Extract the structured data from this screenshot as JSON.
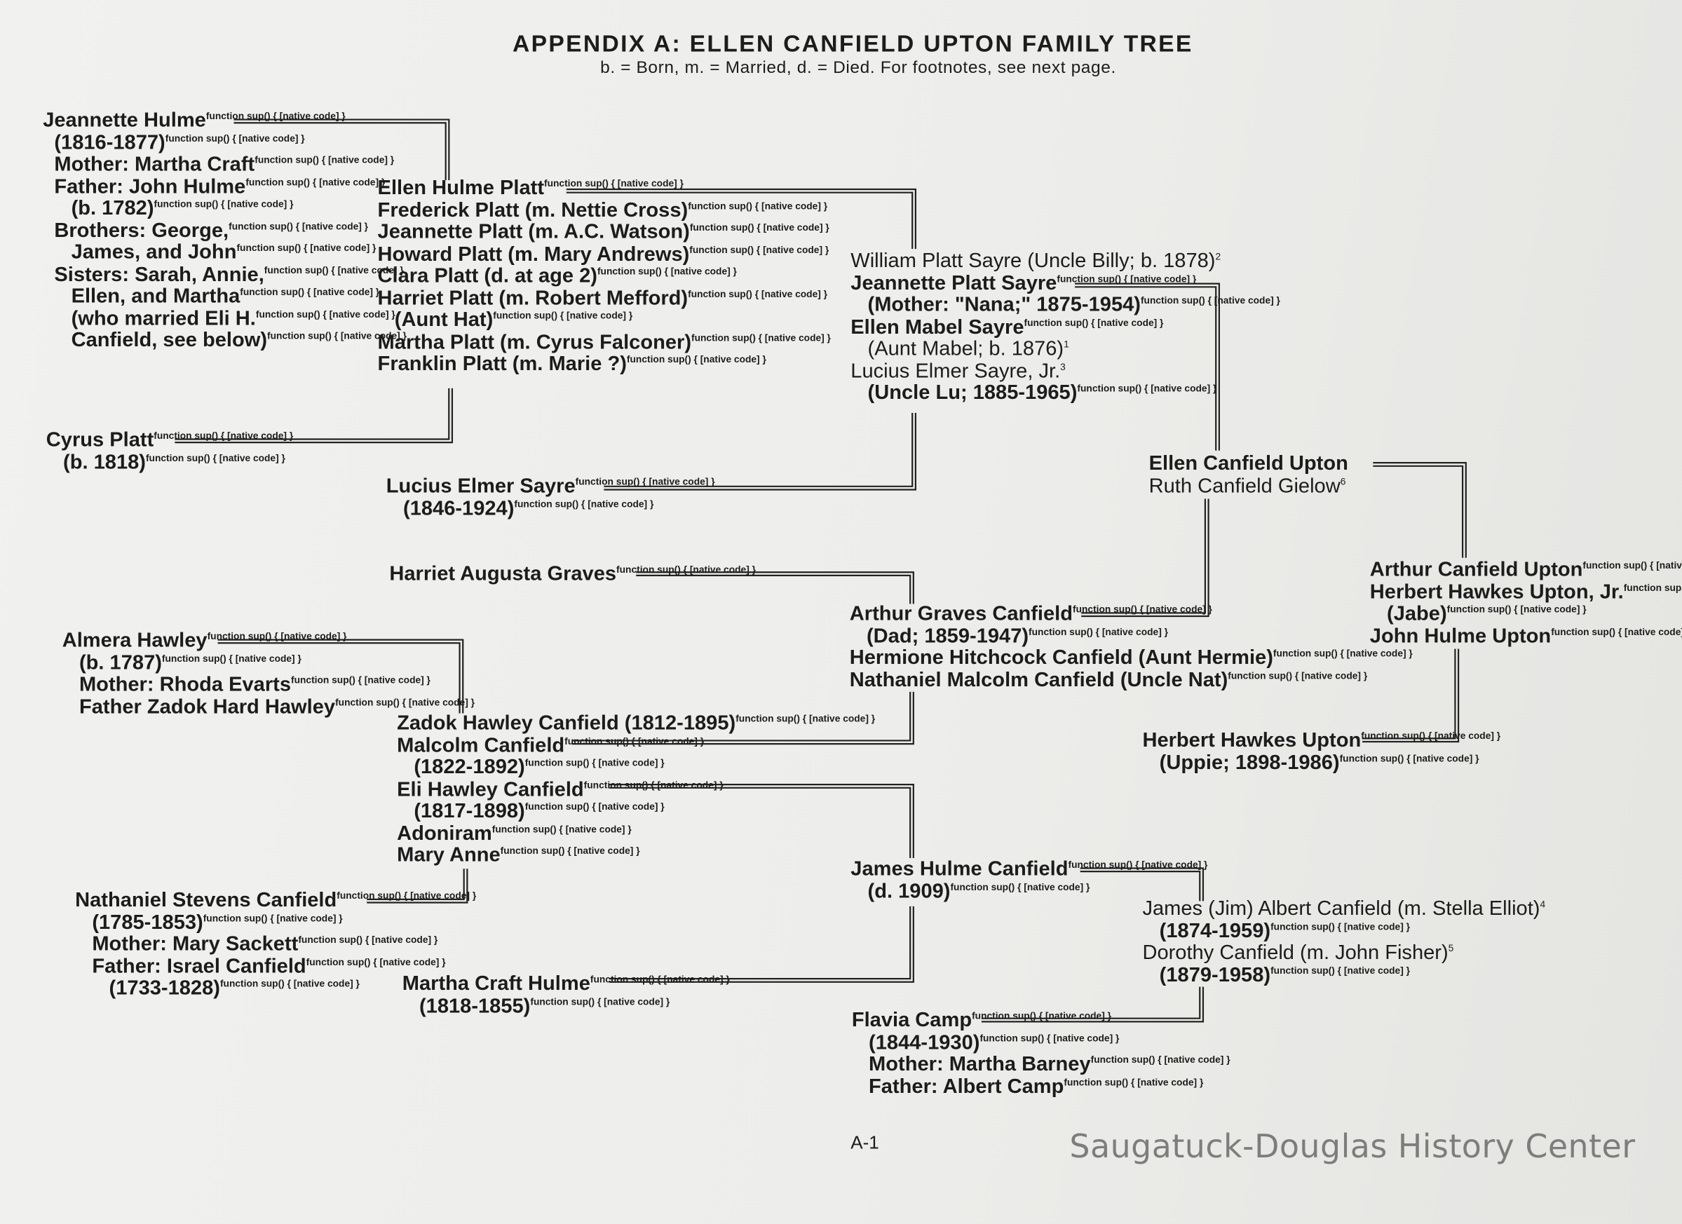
{
  "header": {
    "title": "APPENDIX A:  ELLEN CANFIELD UPTON FAMILY TREE",
    "subtitle": "b. = Born,  m. = Married,  d. = Died.  For footnotes, see next page."
  },
  "blocks": {
    "jeannette_hulme": [
      "Jeannette Hulme",
      "  (1816-1877)",
      "  Mother: Martha Craft",
      "  Father: John Hulme",
      "     (b. 1782)",
      "  Brothers: George,",
      "     James, and John",
      "  Sisters: Sarah, Annie,",
      "     Ellen, and Martha",
      "     (who married Eli H.",
      "     Canfield, see below)"
    ],
    "cyrus_platt": [
      "Cyrus Platt",
      "   (b. 1818)"
    ],
    "ellen_hulme_platt": [
      "Ellen Hulme Platt",
      "Frederick Platt (m. Nettie Cross)",
      "Jeannette Platt (m. A.C. Watson)",
      "Howard Platt (m. Mary Andrews)",
      "Clara Platt (d. at age 2)",
      "Harriet Platt (m. Robert Mefford)",
      "   (Aunt Hat)",
      "Martha Platt (m. Cyrus Falconer)",
      "Franklin Platt (m. Marie ?)"
    ],
    "lucius_elmer_sayre": [
      "Lucius Elmer Sayre",
      "   (1846-1924)"
    ],
    "william_platt_sayre": [
      {
        "text": "William Platt Sayre (Uncle Billy; b. 1878)",
        "sup": "2"
      },
      "Jeannette Platt Sayre",
      "   (Mother: \"Nana;\" 1875-1954)",
      "Ellen Mabel Sayre",
      {
        "text": "   (Aunt Mabel; b. 1876)",
        "sup": "1"
      },
      {
        "text": "Lucius Elmer Sayre, Jr.",
        "sup": "3"
      },
      "   (Uncle Lu; 1885-1965)"
    ],
    "ellen_canfield_upton": [
      {
        "text": "Ellen Canfield Upton",
        "bold": true
      },
      {
        "text": "Ruth Canfield Gielow",
        "sup": "6"
      }
    ],
    "harriet_augusta_graves": [
      "Harriet Augusta Graves"
    ],
    "arthur_graves_canfield": [
      "Arthur Graves Canfield",
      "   (Dad; 1859-1947)",
      "Hermione Hitchcock Canfield (Aunt Hermie)",
      "Nathaniel Malcolm Canfield (Uncle Nat)"
    ],
    "arthur_canfield_upton": [
      "Arthur Canfield Upton",
      "Herbert Hawkes Upton, Jr.",
      "   (Jabe)",
      "John Hulme Upton"
    ],
    "almera_hawley": [
      "Almera Hawley",
      "   (b. 1787)",
      "   Mother: Rhoda Evarts",
      "   Father Zadok Hard Hawley"
    ],
    "zadok_hawley_canfield": [
      "Zadok Hawley Canfield (1812-1895)",
      "Malcolm Canfield",
      "   (1822-1892)",
      "Eli Hawley Canfield",
      "   (1817-1898)",
      "Adoniram",
      "Mary Anne"
    ],
    "herbert_hawkes_upton": [
      "Herbert Hawkes Upton",
      "   (Uppie; 1898-1986)"
    ],
    "nathaniel_stevens_canfield": [
      "Nathaniel Stevens Canfield",
      "   (1785-1853)",
      "   Mother: Mary Sackett",
      "   Father: Israel Canfield",
      "      (1733-1828)"
    ],
    "james_hulme_canfield": [
      "James Hulme Canfield",
      "   (d. 1909)"
    ],
    "james_albert_canfield": [
      {
        "text": "James (Jim) Albert Canfield (m. Stella Elliot)",
        "sup": "4"
      },
      "   (1874-1959)",
      {
        "text": "Dorothy Canfield (m. John Fisher)",
        "sup": "5"
      },
      "   (1879-1958)"
    ],
    "martha_craft_hulme": [
      "Martha Craft Hulme",
      "   (1818-1855)"
    ],
    "flavia_camp": [
      "Flavia Camp",
      "   (1844-1930)",
      "   Mother: Martha Barney",
      "   Father: Albert Camp"
    ]
  },
  "footer": {
    "page_number": "A-1",
    "watermark": "Saugatuck-Douglas History Center"
  }
}
